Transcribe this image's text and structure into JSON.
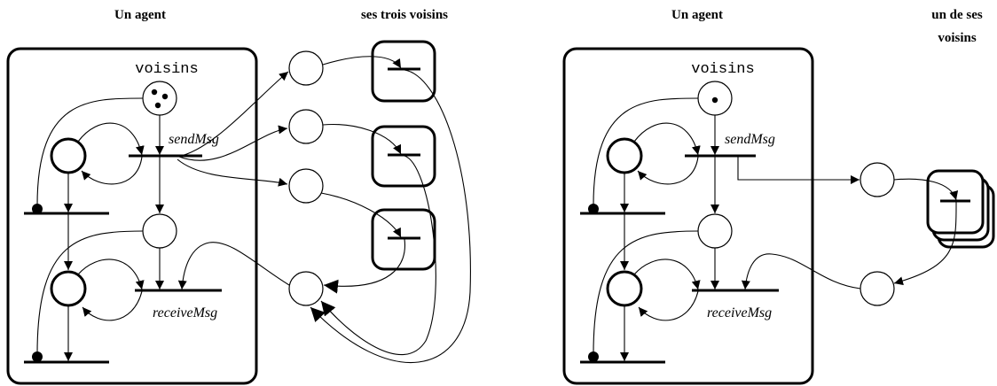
{
  "headers": {
    "left_agent": "Un agent",
    "three_neighbors": "ses trois voisins",
    "right_agent": "Un agent",
    "one_neighbor_line1": "un de ses",
    "one_neighbor_line2": "voisins"
  },
  "labels": {
    "left_voisins": "voisins",
    "left_send": "sendMsg",
    "left_receive": "receiveMsg",
    "right_voisins": "voisins",
    "right_send": "sendMsg",
    "right_receive": "receiveMsg"
  },
  "tokens": {
    "left_voisins_tokens": 3,
    "right_voisins_tokens": 1
  }
}
